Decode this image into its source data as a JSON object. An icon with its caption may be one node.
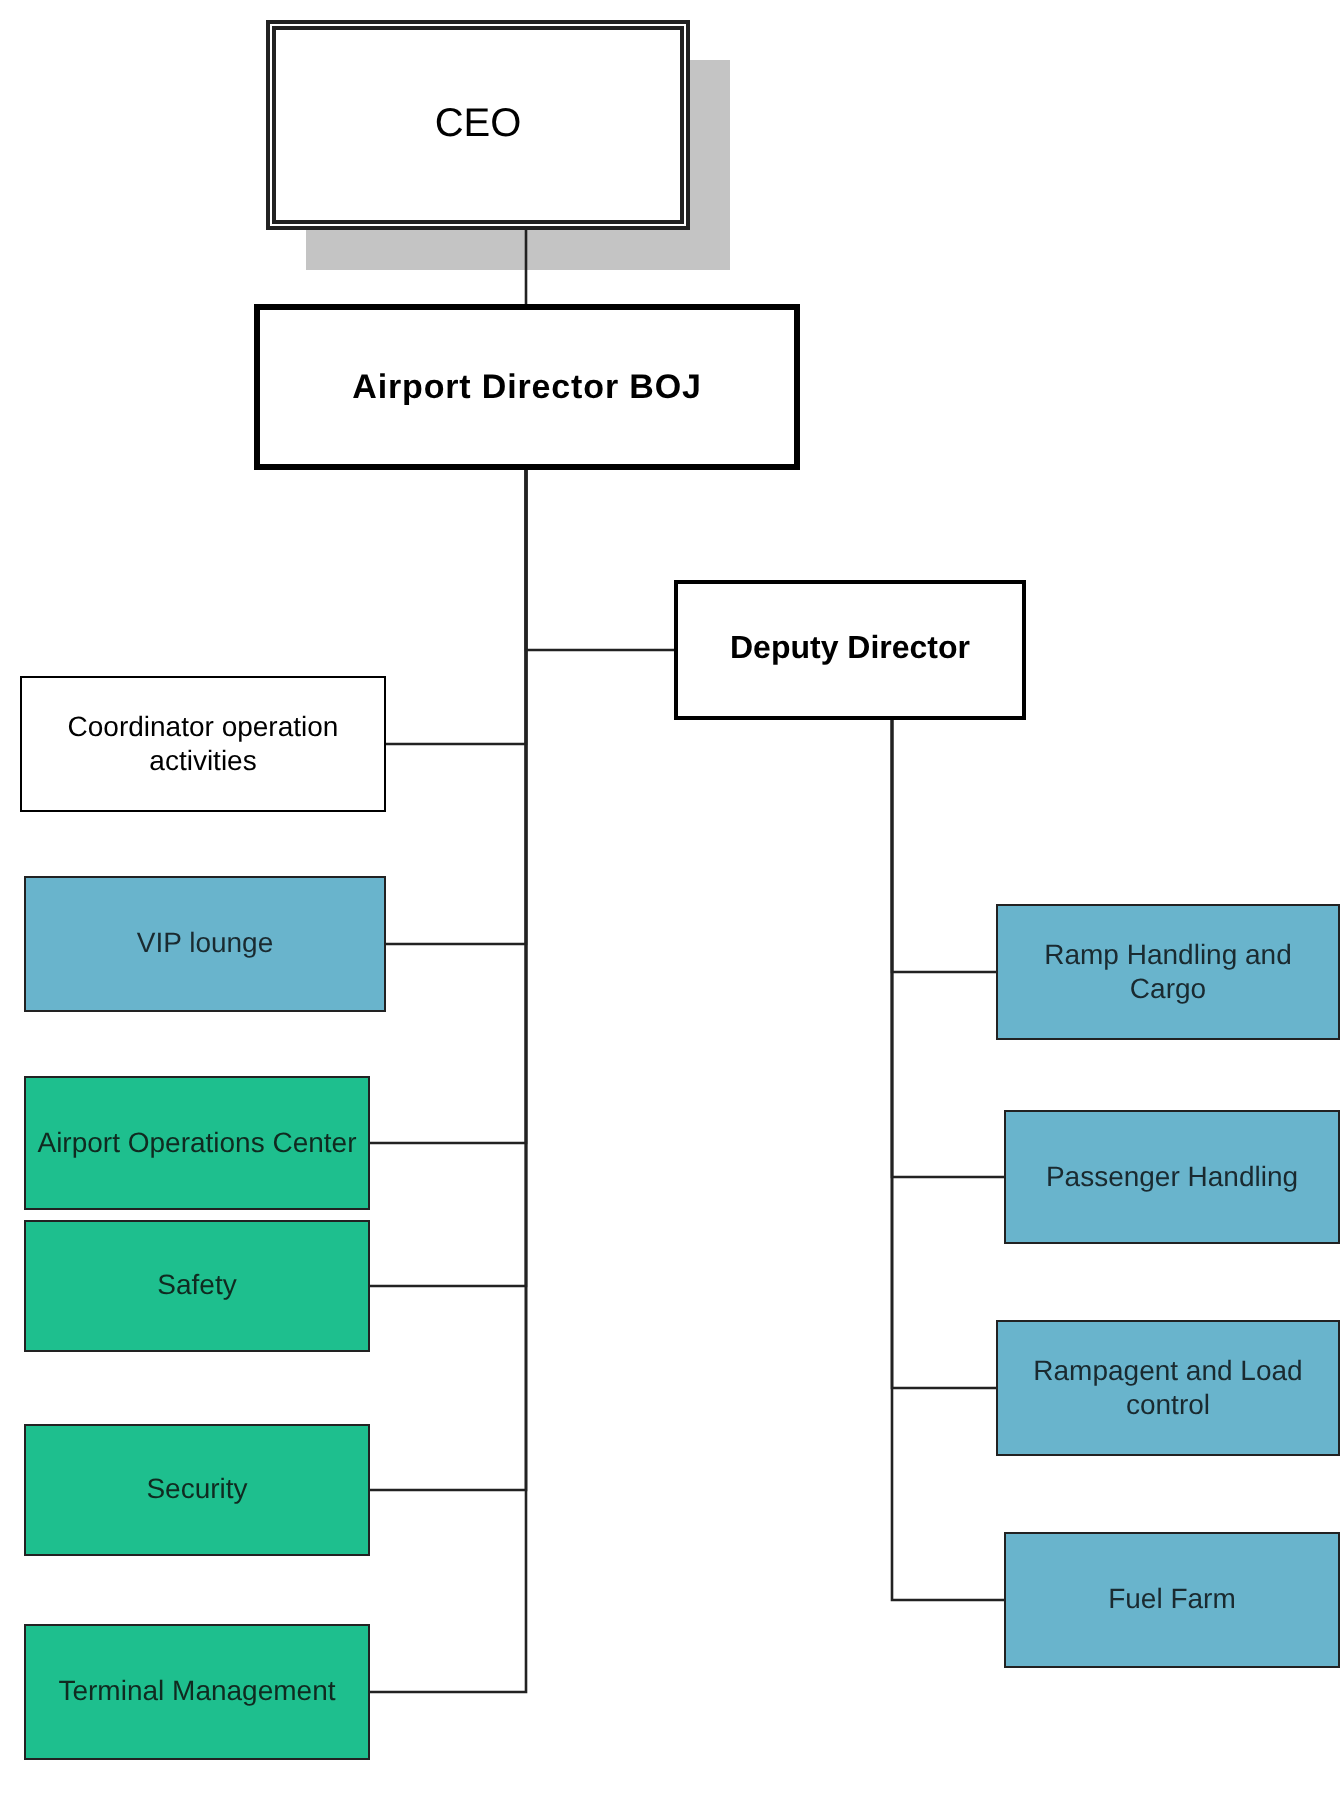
{
  "diagram": {
    "nodes": [
      {
        "text": [
          "CEO"
        ]
      },
      {
        "text": [
          "Airport Director BOJ"
        ]
      },
      {
        "text": [
          "Deputy Director"
        ]
      },
      {
        "text": [
          "Coordinator operation activities"
        ]
      },
      {
        "text": [
          "VIP lounge"
        ]
      },
      {
        "text": [
          "Airport Operations Center"
        ]
      },
      {
        "text": [
          "Safety"
        ]
      },
      {
        "text": [
          "Security"
        ]
      },
      {
        "text": [
          "Terminal Management"
        ]
      },
      {
        "text": [
          "Ramp Handling and Cargo"
        ]
      },
      {
        "text": [
          "Passenger Handling"
        ]
      },
      {
        "text": [
          "Rampagent and Load control"
        ]
      },
      {
        "text": [
          "Fuel Farm"
        ]
      }
    ],
    "edges": [
      {
        "from": 0,
        "to": 1,
        "arrow": "none"
      },
      {
        "from": 1,
        "to": 2,
        "arrow": "none"
      },
      {
        "from": 1,
        "to": 3,
        "arrow": "none"
      },
      {
        "from": 1,
        "to": 4,
        "arrow": "none"
      },
      {
        "from": 1,
        "to": 5,
        "arrow": "none"
      },
      {
        "from": 1,
        "to": 6,
        "arrow": "none"
      },
      {
        "from": 1,
        "to": 7,
        "arrow": "none"
      },
      {
        "from": 1,
        "to": 8,
        "arrow": "none"
      },
      {
        "from": 2,
        "to": 9,
        "arrow": "none"
      },
      {
        "from": 2,
        "to": 10,
        "arrow": "none"
      },
      {
        "from": 2,
        "to": 11,
        "arrow": "none"
      },
      {
        "from": 2,
        "to": 12,
        "arrow": "none"
      }
    ]
  }
}
